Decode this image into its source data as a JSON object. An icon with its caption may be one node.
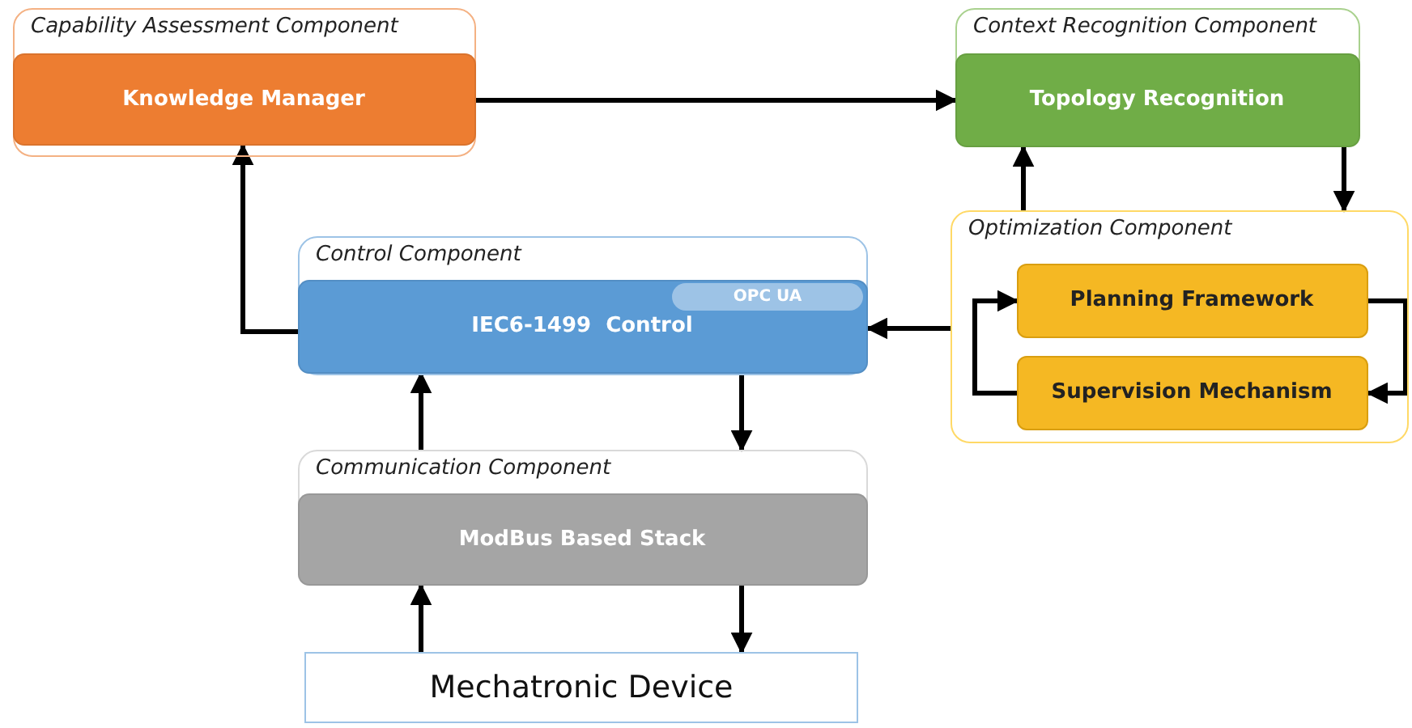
{
  "diagram": {
    "nodes": [
      {
        "text": [
          "Capability Assessment Component"
        ]
      },
      {
        "text": [
          "Knowledge Manager"
        ],
        "in": 0
      },
      {
        "text": [
          "Context Recognition Component"
        ]
      },
      {
        "text": [
          "Topology Recognition"
        ],
        "in": 2
      },
      {
        "text": [
          "Optimization Component"
        ]
      },
      {
        "text": [
          "Planning Framework"
        ],
        "in": 4
      },
      {
        "text": [
          "Supervision Mechanism"
        ],
        "in": 4
      },
      {
        "text": [
          "Control Component"
        ]
      },
      {
        "text": [
          "IEC6-1499  Control"
        ],
        "in": 7
      },
      {
        "text": [
          "OPC UA"
        ],
        "in": 8
      },
      {
        "text": [
          "Communication Component"
        ]
      },
      {
        "text": [
          "ModBus Based Stack"
        ],
        "in": 10
      },
      {
        "text": [
          "Mechatronic Device"
        ]
      }
    ],
    "edges": [
      {
        "from": 1,
        "to": 3,
        "arrow": "to"
      },
      {
        "from": 3,
        "to": 4,
        "arrow": "to"
      },
      {
        "from": 4,
        "to": 3,
        "arrow": "to"
      },
      {
        "from": 4,
        "to": 8,
        "arrow": "to"
      },
      {
        "from": 8,
        "to": 1,
        "arrow": "to"
      },
      {
        "from": 5,
        "to": 6,
        "arrow": "to"
      },
      {
        "from": 6,
        "to": 5,
        "arrow": "to"
      },
      {
        "from": 10,
        "to": 8,
        "arrow": "to"
      },
      {
        "from": 8,
        "to": 10,
        "arrow": "to"
      },
      {
        "from": 12,
        "to": 11,
        "arrow": "to"
      },
      {
        "from": 11,
        "to": 12,
        "arrow": "to"
      }
    ]
  }
}
